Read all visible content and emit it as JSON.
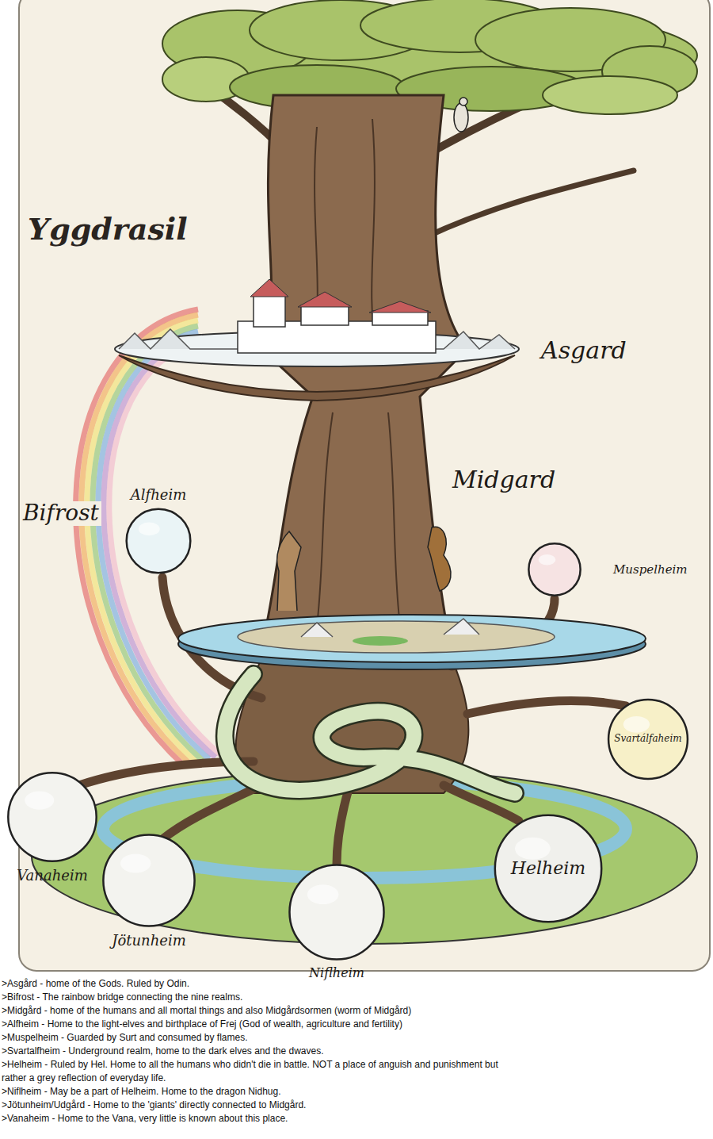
{
  "diagram": {
    "title": "Yggdrasil",
    "nodes": [
      {
        "text": [
          "Alfheim"
        ]
      },
      {
        "text": [
          "Muspelheim"
        ]
      },
      {
        "text": [
          "Svartálfaheim"
        ]
      },
      {
        "text": [
          "Vanaheim"
        ]
      },
      {
        "text": [
          "Jötunheim"
        ]
      },
      {
        "text": [
          "Niflheim"
        ]
      },
      {
        "text": [
          "Helheim"
        ]
      }
    ],
    "labels": [
      "Asgard",
      "Midgard",
      "Bifrost",
      ">Asgård - home of the Gods. Ruled by Odin.",
      ">Bifrost - The rainbow bridge connecting the nine realms.",
      ">Midgård - home of the humans and all mortal things and also Midgårdsormen (worm of Midgård)",
      ">Alfheim - Home to the light-elves and birthplace of Frej (God of wealth, agriculture and fertility)",
      ">Muspelheim - Guarded by Surt and consumed by flames.",
      ">Svartalfheim - Underground realm, home to the dark elves and the dwaves.",
      ">Helheim - Ruled by Hel. Home to all the humans who didn't die in battle. NOT a place of anguish and punishment but rather a grey reflection of everyday life.",
      ">Niflheim - May be a part of Helheim. Home to the dragon Nidhug.",
      ">Jötunheim/Udgård - Home to the 'giants' directly connected to Midgård.",
      ">Vanaheim - Home to the Vana, very little is known about this place."
    ]
  }
}
